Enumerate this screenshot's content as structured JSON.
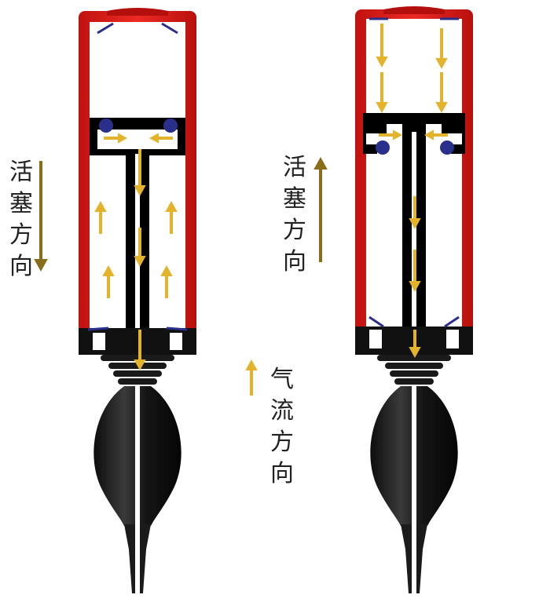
{
  "labels": {
    "piston_direction_left": [
      "活",
      "塞",
      "方",
      "向"
    ],
    "piston_direction_right": [
      "活",
      "塞",
      "方",
      "向"
    ],
    "airflow_direction": [
      "气",
      "流",
      "方",
      "向"
    ]
  },
  "colors": {
    "pump_red": "#e0201c",
    "frame_black": "#000000",
    "valve_blue": "#2b2f8c",
    "airflow_arrow": "#e3b32c",
    "piston_arrow": "#8a6d1a",
    "bulb_black": "#1b1b1b"
  },
  "icons": {
    "piston_arrow_left": "arrow-down-icon",
    "piston_arrow_right": "arrow-up-icon",
    "airflow_legend": "arrow-up-icon"
  }
}
